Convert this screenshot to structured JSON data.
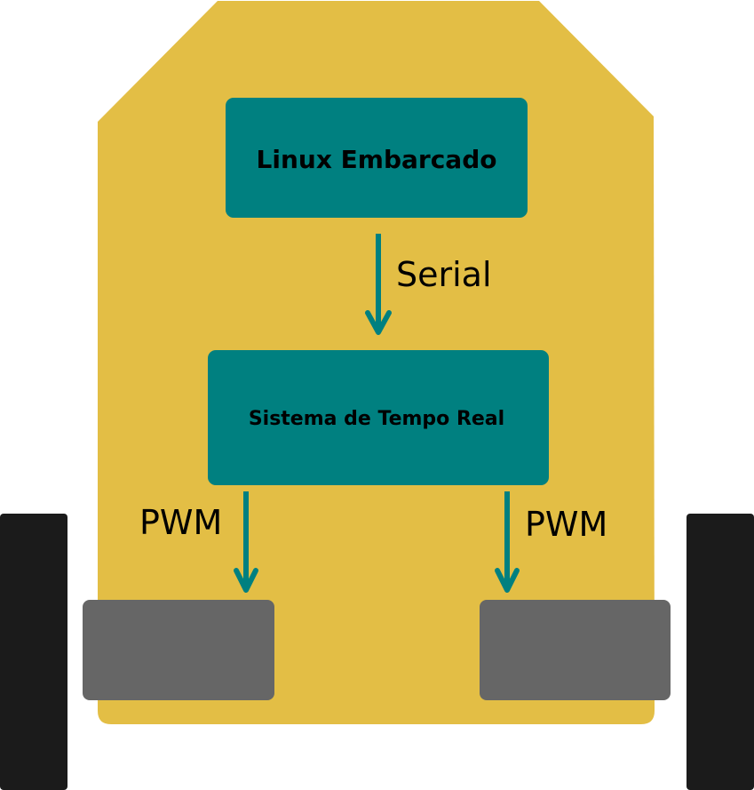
{
  "colors": {
    "chassis": "#E3BE45",
    "box": "#008080",
    "arrow": "#008080",
    "motor": "#666666",
    "wheel": "#1B1B1B"
  },
  "nodes": {
    "linux": {
      "label": "Linux Embarcado"
    },
    "rtos": {
      "label": "Sistema de Tempo Real"
    },
    "motor_left": {
      "label": ""
    },
    "motor_right": {
      "label": ""
    }
  },
  "edges": {
    "serial": {
      "label": "Serial"
    },
    "pwm_left": {
      "label": "PWM"
    },
    "pwm_right": {
      "label": "PWM"
    }
  }
}
